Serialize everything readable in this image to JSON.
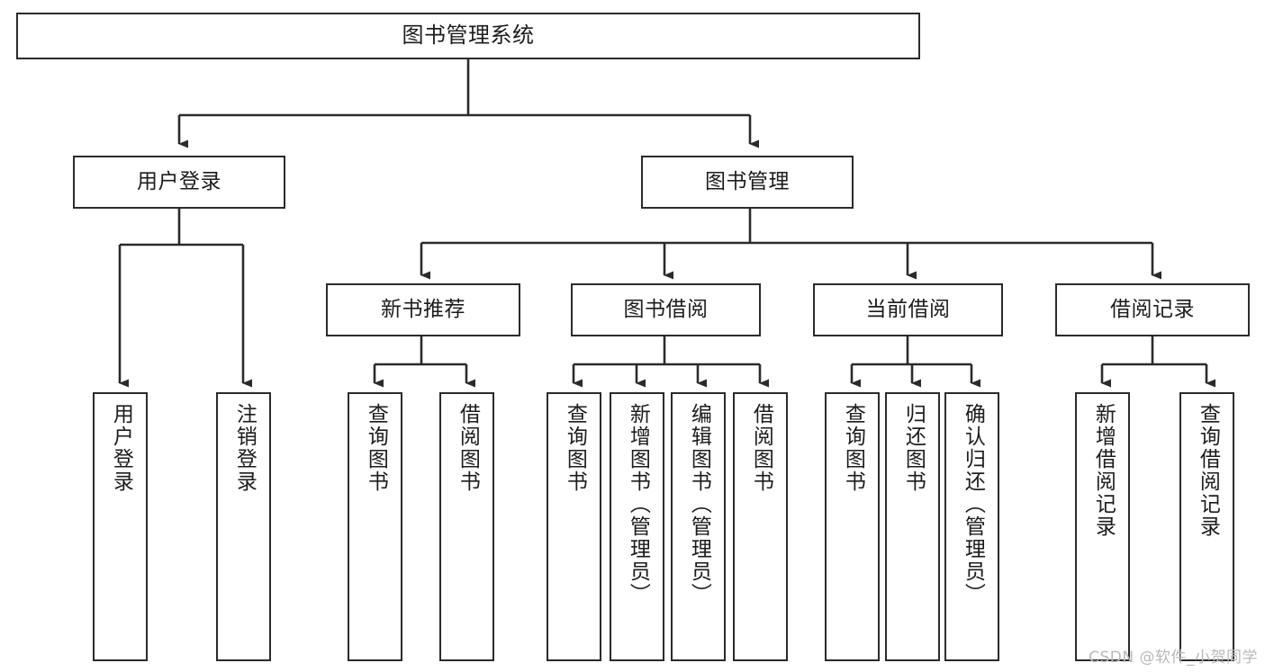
{
  "diagram": {
    "title": "图书管理系统",
    "watermark": "CSDN @软件_小贺同学",
    "colors": {
      "background": "#ffffff",
      "box_border": "#2b2b2b",
      "box_fill": "#ffffff",
      "connector": "#2b2b2b",
      "text": "#1c1c1c",
      "watermark": "#b9b9b9"
    },
    "levels": {
      "level1": [
        {
          "label": "用户登录"
        },
        {
          "label": "图书管理"
        }
      ],
      "level2": [
        {
          "label": "新书推荐"
        },
        {
          "label": "图书借阅"
        },
        {
          "label": "当前借阅"
        },
        {
          "label": "借阅记录"
        }
      ]
    },
    "leaves": {
      "user_login": [
        {
          "label": "用户登录"
        },
        {
          "label": "注销登录"
        }
      ],
      "new_book_recommend": [
        {
          "label": "查询图书"
        },
        {
          "label": "借阅图书"
        }
      ],
      "book_borrow": [
        {
          "label": "查询图书"
        },
        {
          "label": "新增图书（管理员）"
        },
        {
          "label": "编辑图书（管理员）"
        },
        {
          "label": "借阅图书"
        }
      ],
      "current_borrow": [
        {
          "label": "查询图书"
        },
        {
          "label": "归还图书"
        },
        {
          "label": "确认归还（管理员）"
        }
      ],
      "borrow_record": [
        {
          "label": "新增借阅记录"
        },
        {
          "label": "查询借阅记录"
        }
      ]
    }
  }
}
